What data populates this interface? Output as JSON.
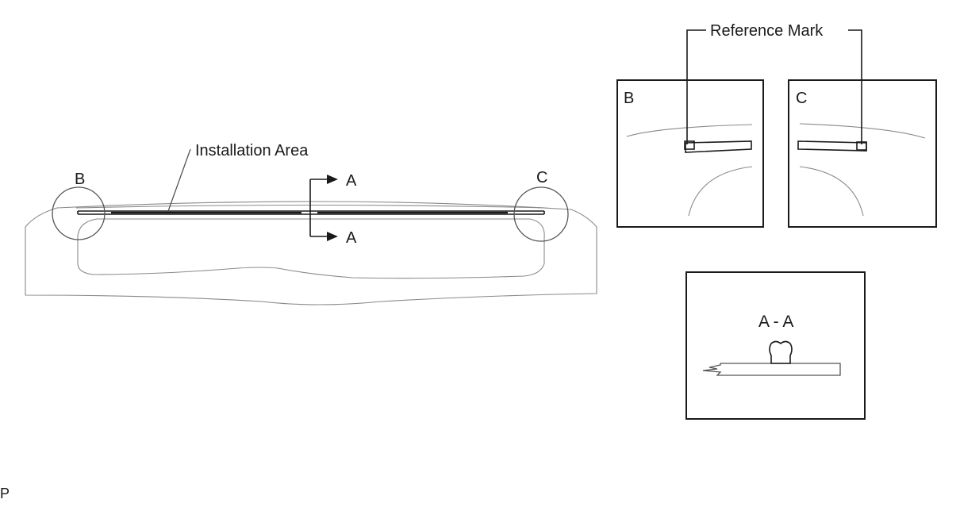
{
  "labels": {
    "installation_area": "Installation Area",
    "reference_mark": "Reference Mark",
    "detail_b": "B",
    "detail_c": "C",
    "section_a_top": "A",
    "section_a_bottom": "A",
    "panel_b_title": "B",
    "panel_c_title": "C",
    "section_title": "A - A",
    "corner_mark": "P"
  },
  "colors": {
    "line_dark": "#1a1a1a",
    "line_light": "#8a8a8a",
    "background": "#ffffff"
  }
}
